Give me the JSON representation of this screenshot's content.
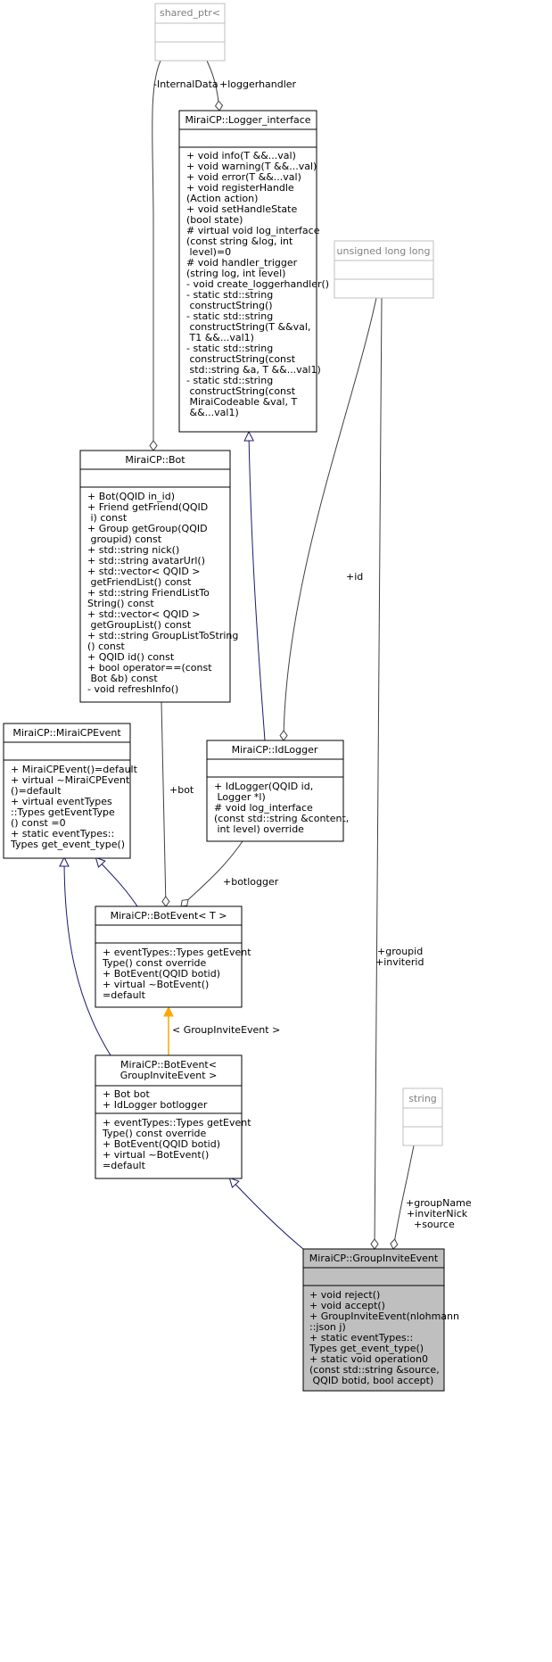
{
  "colors": {
    "box_border": "#000000",
    "gray_border": "#bfbfbf",
    "gray_text": "#808080",
    "highlight_fill": "#bfbfbf",
    "inherit_edge": "#191970",
    "template_edge": "#ffa500",
    "usage_edge": "#404040"
  },
  "classes": {
    "shared_ptr": {
      "title": "shared_ptr<"
    },
    "logger_interface": {
      "title": "MiraiCP::Logger_interface",
      "methods": [
        "+ void info(T &&...val)",
        "+ void warning(T &&...val)",
        "+ void error(T &&...val)",
        "+ void registerHandle",
        "(Action action)",
        "+ void setHandleState",
        "(bool state)",
        "# virtual void log_interface",
        "(const string &log, int",
        " level)=0",
        "# void handler_trigger",
        "(string log, int level)",
        "- void create_loggerhandler()",
        "- static std::string",
        " constructString()",
        "- static std::string",
        " constructString(T &&val,",
        " T1 &&...val1)",
        "- static std::string",
        " constructString(const",
        " std::string &a, T &&...val1)",
        "- static std::string",
        " constructString(const",
        " MiraiCodeable &val, T",
        " &&...val1)"
      ]
    },
    "unsigned_long_long": {
      "title": "unsigned long long"
    },
    "bot": {
      "title": "MiraiCP::Bot",
      "methods": [
        "+ Bot(QQID in_id)",
        "+ Friend getFriend(QQID",
        " i) const",
        "+ Group getGroup(QQID",
        " groupid) const",
        "+ std::string nick()",
        "+ std::string avatarUrl()",
        "+ std::vector< QQID >",
        " getFriendList() const",
        "+ std::string FriendListTo",
        "String() const",
        "+ std::vector< QQID >",
        " getGroupList() const",
        "+ std::string GroupListToString",
        "() const",
        "+ QQID id() const",
        "+ bool operator==(const",
        " Bot &b) const",
        "- void refreshInfo()"
      ]
    },
    "miraicp_event": {
      "title": "MiraiCP::MiraiCPEvent",
      "methods": [
        "+ MiraiCPEvent()=default",
        "+ virtual ~MiraiCPEvent",
        "()=default",
        "+ virtual eventTypes",
        "::Types getEventType",
        "() const =0",
        "+ static eventTypes::",
        "Types get_event_type()"
      ]
    },
    "id_logger": {
      "title": "MiraiCP::IdLogger",
      "methods": [
        "+ IdLogger(QQID id,",
        " Logger *l)",
        "# void log_interface",
        "(const std::string &content,",
        " int level) override"
      ]
    },
    "bot_event_t": {
      "title": "MiraiCP::BotEvent< T >",
      "methods": [
        "+ eventTypes::Types getEvent",
        "Type() const override",
        "+ BotEvent(QQID botid)",
        "+ virtual ~BotEvent()",
        "=default"
      ]
    },
    "bot_event_gie": {
      "title_lines": [
        "MiraiCP::BotEvent<",
        "GroupInviteEvent >"
      ],
      "attributes": [
        "+ Bot bot",
        "+ IdLogger botlogger"
      ],
      "methods": [
        "+ eventTypes::Types getEvent",
        "Type() const override",
        "+ BotEvent(QQID botid)",
        "+ virtual ~BotEvent()",
        "=default"
      ]
    },
    "string": {
      "title": "string"
    },
    "group_invite_event": {
      "title": "MiraiCP::GroupInviteEvent",
      "methods": [
        "+ void reject()",
        "+ void accept()",
        "+ GroupInviteEvent(nlohmann",
        "::json j)",
        "+ static eventTypes::",
        "Types get_event_type()",
        "+ static void operation0",
        "(const std::string &source,",
        " QQID botid, bool accept)"
      ]
    }
  },
  "edge_labels": {
    "internal_data": "-InternalData",
    "loggerhandler": "+loggerhandler",
    "id": "+id",
    "bot": "+bot",
    "botlogger": "+botlogger",
    "template_arg": "< GroupInviteEvent >",
    "groupid_inviterid": [
      "+groupid",
      "+inviterid"
    ],
    "string_members": [
      "+groupName",
      "+inviterNick",
      "+source"
    ]
  }
}
